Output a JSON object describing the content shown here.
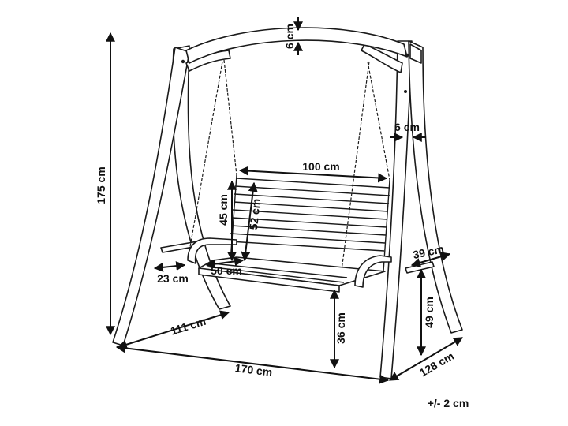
{
  "image_label": "Garden swing dimension drawing",
  "dimensions": {
    "total_height": "175 cm",
    "beam_thickness": "6 cm",
    "leg_thickness": "6 cm",
    "seat_width": "100 cm",
    "backrest_height": "45 cm",
    "backrest_diagonal": "52 cm",
    "seat_depth": "50 cm",
    "armrest_height_side": "39 cm",
    "armrest_offset": "23 cm",
    "frame_height_side": "49 cm",
    "seat_height": "36 cm",
    "base_depth": "111 cm",
    "total_width": "170 cm",
    "side_depth": "128 cm"
  },
  "tolerance_note": "+/- 2 cm",
  "colors": {
    "ink": "#111111",
    "paper": "#ffffff"
  }
}
